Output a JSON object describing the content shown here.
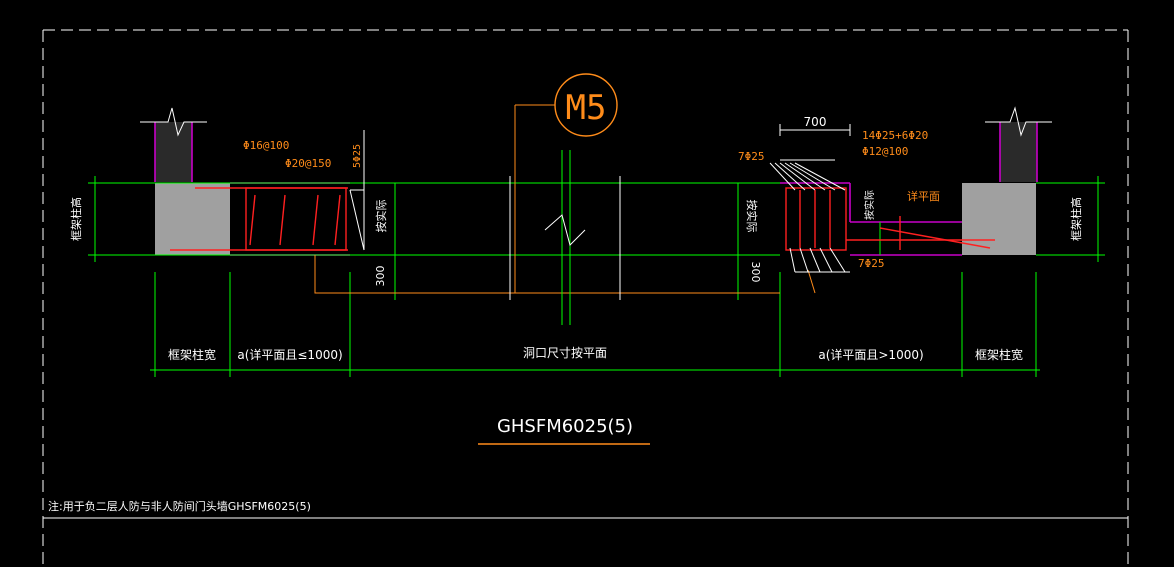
{
  "marker": {
    "label": "M5"
  },
  "title": {
    "text": "GHSFM6025(5)"
  },
  "note": {
    "text": "注:用于负二层人防与非人防间门头墙GHSFM6025(5)"
  },
  "vertical_labels": {
    "left_column_height": "框架柱高",
    "left_beam_height": "按实际",
    "right_beam_height": "按实际",
    "right_inner": "按实际",
    "right_column_height": "框架柱高"
  },
  "dimensions": {
    "left_300": "300",
    "right_300": "300",
    "top_700": "700"
  },
  "rebar_labels": {
    "left_top": "Φ16@100",
    "left_mid": "Φ20@150",
    "left_vertical": "5Φ25",
    "right_top_1": "14Φ25+6Φ20",
    "right_top_2": "Φ12@100",
    "right_left": "7Φ25",
    "right_bottom": "7Φ25",
    "right_face": "详平面"
  },
  "bottom_labels": {
    "left_column": "框架柱宽",
    "left_span": "a(详平面且≤1000)",
    "center_span": "洞口尺寸按平面",
    "right_span": "a(详平面且>1000)",
    "right_column": "框架柱宽"
  },
  "colors": {
    "background": "#000000",
    "dimension": "#00ff00",
    "rebar": "#ff2020",
    "annotation": "#ff8c1a",
    "column_fill": "#a0a0a0",
    "wall_edge": "#c800c8"
  }
}
